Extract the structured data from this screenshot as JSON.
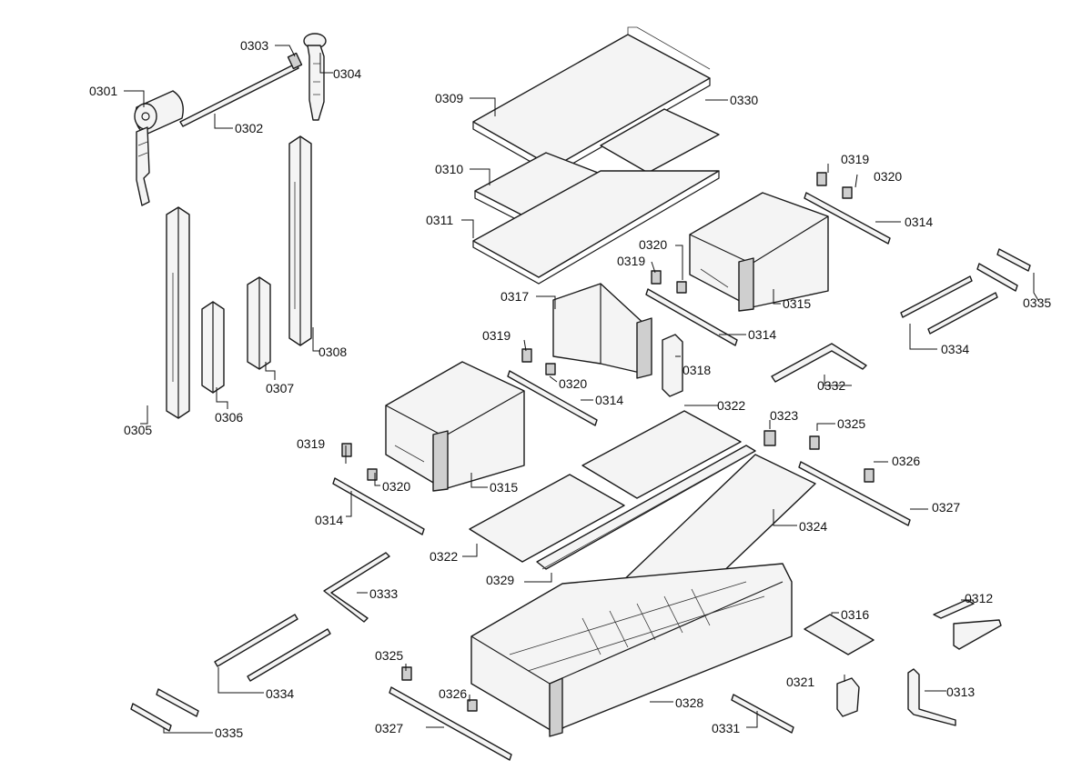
{
  "labels": {
    "p0301": "0301",
    "p0302": "0302",
    "p0303": "0303",
    "p0304": "0304",
    "p0305": "0305",
    "p0306": "0306",
    "p0307": "0307",
    "p0308": "0308",
    "p0309": "0309",
    "p0310": "0310",
    "p0311": "0311",
    "p0330": "0330",
    "p0317": "0317",
    "p0318": "0318",
    "p0319a": "0319",
    "p0320a": "0320",
    "p0314a": "0314",
    "p0315a": "0315",
    "p0319b": "0319",
    "p0320b": "0320",
    "p0314b": "0314",
    "p0319c": "0319",
    "p0320c": "0320",
    "p0314c": "0314",
    "p0319d": "0319",
    "p0320d": "0320",
    "p0314d": "0314",
    "p0315b": "0315",
    "p0335a": "0335",
    "p0334a": "0334",
    "p0332": "0332",
    "p0322a": "0322",
    "p0323": "0323",
    "p0325a": "0325",
    "p0326a": "0326",
    "p0327a": "0327",
    "p0324": "0324",
    "p0322b": "0322",
    "p0329": "0329",
    "p0333": "0333",
    "p0334b": "0334",
    "p0335b": "0335",
    "p0325b": "0325",
    "p0326b": "0326",
    "p0327b": "0327",
    "p0328": "0328",
    "p0316": "0316",
    "p0312": "0312",
    "p0321": "0321",
    "p0313": "0313",
    "p0331": "0331"
  }
}
